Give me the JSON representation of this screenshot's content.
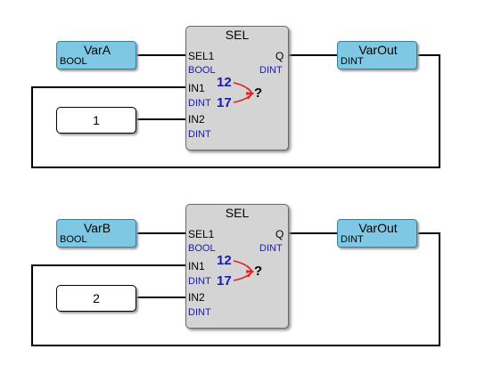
{
  "networks": [
    {
      "selector_var": {
        "name": "VarA",
        "type": "BOOL"
      },
      "output_var": {
        "name": "VarOut",
        "type": "DINT"
      },
      "constant": "1",
      "block": {
        "title": "SEL",
        "inputs": [
          {
            "name": "SEL1",
            "type": "BOOL"
          },
          {
            "name": "IN1",
            "type": "DINT"
          },
          {
            "name": "IN2",
            "type": "DINT"
          }
        ],
        "output": {
          "name": "Q",
          "type": "DINT"
        },
        "icon": {
          "name": "selector-icon",
          "top_value": "12",
          "bottom_value": "17",
          "symbol": "?"
        }
      }
    },
    {
      "selector_var": {
        "name": "VarB",
        "type": "BOOL"
      },
      "output_var": {
        "name": "VarOut",
        "type": "DINT"
      },
      "constant": "2",
      "block": {
        "title": "SEL",
        "inputs": [
          {
            "name": "SEL1",
            "type": "BOOL"
          },
          {
            "name": "IN1",
            "type": "DINT"
          },
          {
            "name": "IN2",
            "type": "DINT"
          }
        ],
        "output": {
          "name": "Q",
          "type": "DINT"
        },
        "icon": {
          "name": "selector-icon",
          "top_value": "12",
          "bottom_value": "17",
          "symbol": "?"
        }
      }
    }
  ],
  "colors": {
    "variable_fill": "#7ec8e3",
    "block_fill": "#d4d4d4",
    "type_text": "#1a1ab8",
    "icon_numbers": "#1a1ab8",
    "icon_arrows": "#e02020",
    "wire": "#000000"
  }
}
